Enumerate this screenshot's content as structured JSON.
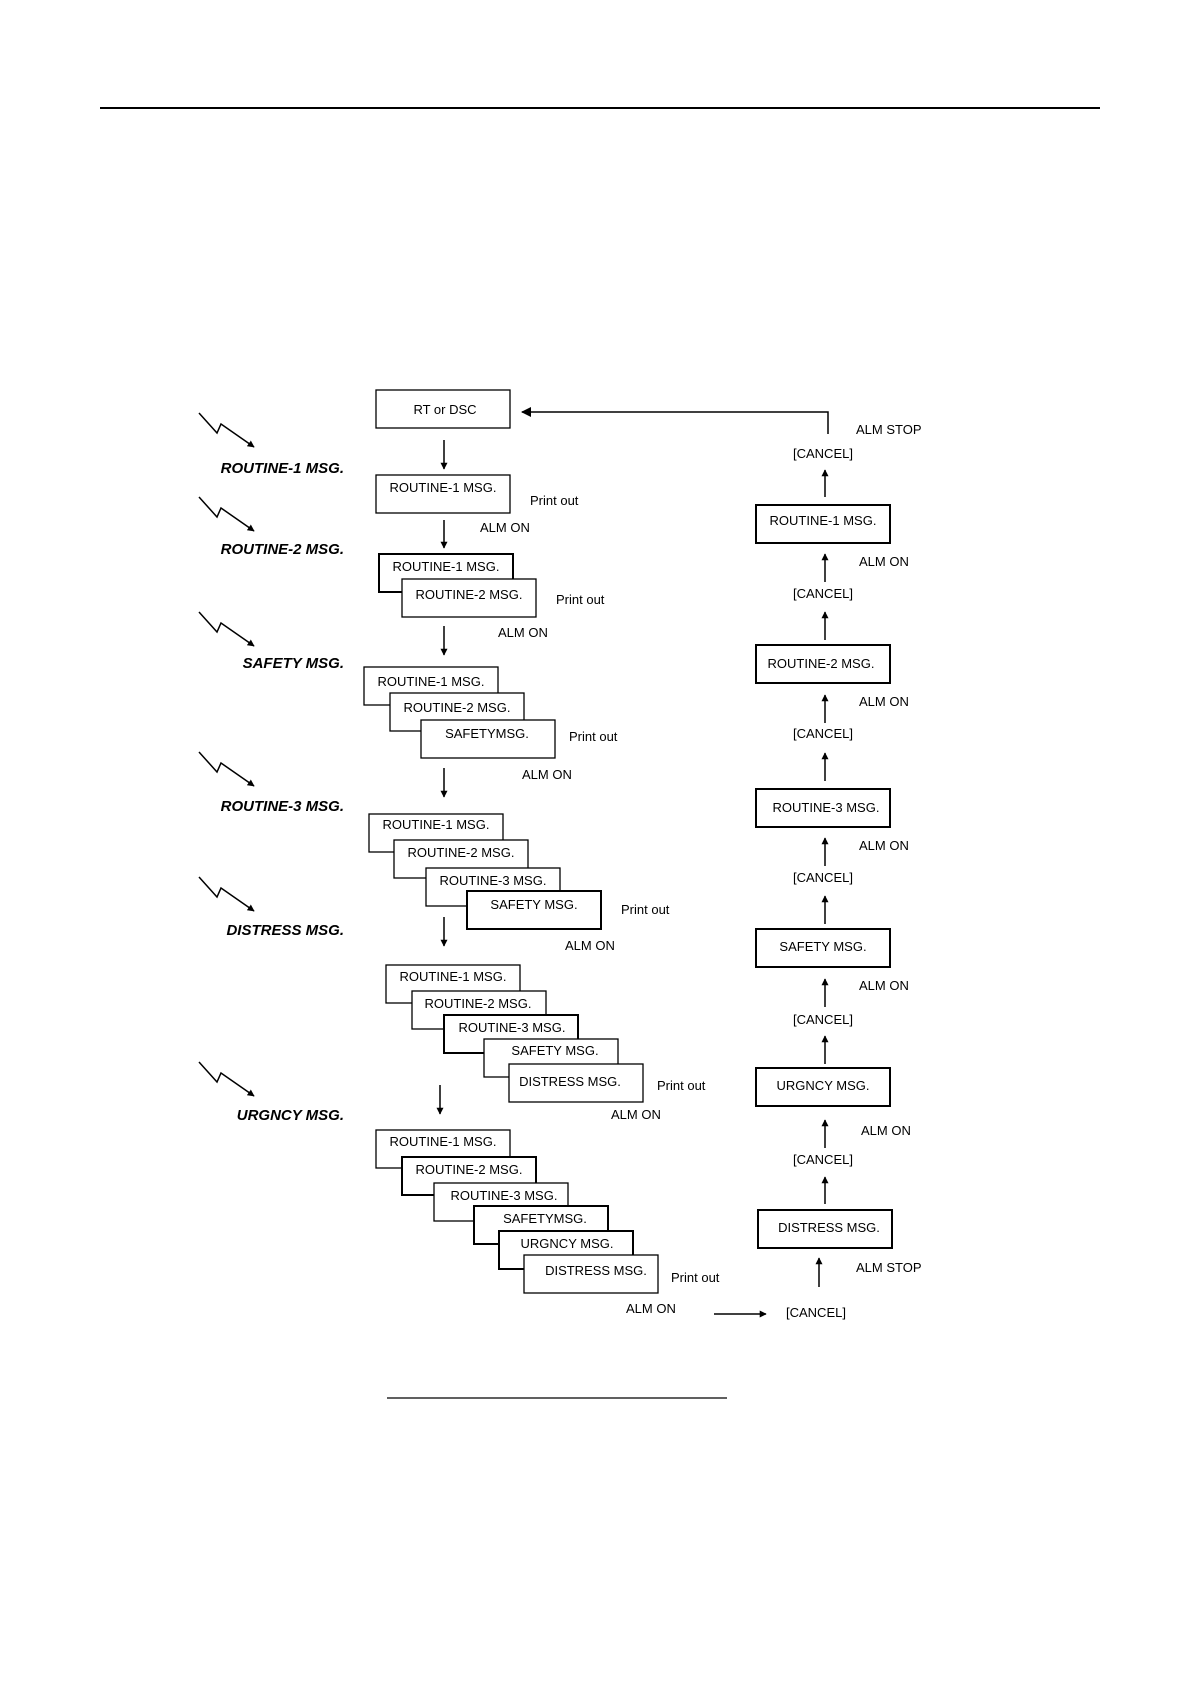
{
  "start_box": "RT or DSC",
  "alm_stop": "ALM STOP",
  "cancel": "[CANCEL]",
  "alm_on": "ALM ON",
  "print_out": "Print out",
  "events": [
    "ROUTINE-1 MSG.",
    "ROUTINE-2 MSG.",
    "SAFETY MSG.",
    "ROUTINE-3 MSG.",
    "DISTRESS MSG.",
    "URGNCY MSG."
  ],
  "stacks": [
    [
      "ROUTINE-1 MSG."
    ],
    [
      "ROUTINE-1 MSG.",
      "ROUTINE-2 MSG."
    ],
    [
      "ROUTINE-1 MSG.",
      "ROUTINE-2 MSG.",
      "SAFETYMSG."
    ],
    [
      "ROUTINE-1 MSG.",
      "ROUTINE-2 MSG.",
      "ROUTINE-3 MSG.",
      "SAFETY MSG."
    ],
    [
      "ROUTINE-1 MSG.",
      "ROUTINE-2 MSG.",
      "ROUTINE-3 MSG.",
      "SAFETY MSG.",
      "DISTRESS MSG."
    ],
    [
      "ROUTINE-1 MSG.",
      "ROUTINE-2 MSG.",
      "ROUTINE-3 MSG.",
      "SAFETYMSG.",
      "URGNCY MSG.",
      "DISTRESS MSG."
    ]
  ],
  "right_boxes": [
    "ROUTINE-1 MSG.",
    "ROUTINE-2 MSG.",
    "ROUTINE-3 MSG.",
    "SAFETY MSG.",
    "URGNCY MSG.",
    "DISTRESS MSG."
  ]
}
